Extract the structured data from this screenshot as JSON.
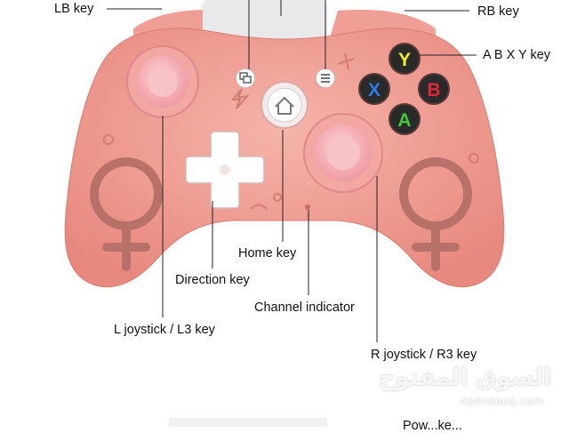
{
  "callouts": {
    "lb": "LB key",
    "rb": "RB key",
    "abxy": "A B X Y key",
    "home": "Home key",
    "direction": "Direction key",
    "channel": "Channel indicator",
    "l_joystick": "L joystick / L3 key",
    "r_joystick": "R joystick / R3 key",
    "partial_bottom": "Pow...ke..."
  },
  "face_buttons": {
    "y": "Y",
    "b": "B",
    "x": "X",
    "a": "A"
  },
  "colors": {
    "controller_body": "#f2a59a",
    "controller_shade": "#e48c82",
    "thumbstick": "#f7b8b8",
    "button_y": "#f4ef2a",
    "button_b": "#e0283a",
    "button_x": "#2f7be6",
    "button_a": "#43c93a",
    "dpad": "#ffffff"
  },
  "icons": {
    "home": "home-icon",
    "view": "view-icon",
    "menu": "menu-icon",
    "venus": "venus-symbol-icon"
  },
  "watermark": {
    "main": "السوق المفتوح",
    "sub": "opensooq.com"
  }
}
